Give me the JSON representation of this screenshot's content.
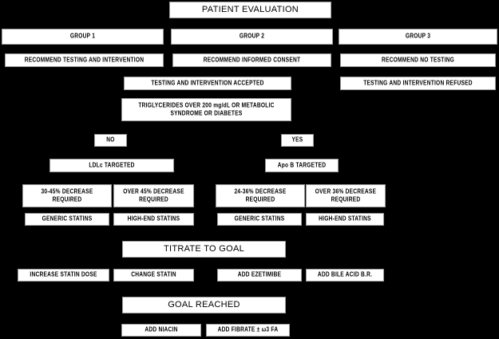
{
  "diagram": {
    "title": "Patient Evaluation Lipid Management Flowchart",
    "background_color": "#000000",
    "node_fill_color": "#ffffff",
    "node_text_color": "#000000"
  },
  "nodes": {
    "patient_evaluation": "PATIENT EVALUATION",
    "group1": "GROUP 1",
    "group2": "GROUP 2",
    "group3": "GROUP 3",
    "recommend_testing_intervention": "RECOMMEND TESTING AND INTERVENTION",
    "recommend_informed_consent": "RECOMMEND INFORMED CONSENT",
    "recommend_no_testing": "RECOMMEND NO TESTING",
    "testing_accepted": "TESTING AND INTERVENTION ACCEPTED",
    "testing_refused": "TESTING AND INTERVENTION REFUSED",
    "triglycerides_criteria": "TRIGLYCERIDES OVER 200 mg/dL OR METABOLIC SYNDROME OR DIABETES",
    "branch_no": "NO",
    "branch_yes": "YES",
    "ldlc_targeted": "LDLc TARGETED",
    "apob_targeted": "Apo B TARGETED",
    "decrease_30_45": "30-45% DECREASE REQUIRED",
    "decrease_over_45": "OVER 45% DECREASE REQUIRED",
    "decrease_24_36": "24-36% DECREASE REQUIRED",
    "decrease_over_36": "OVER 36% DECREASE REQUIRED",
    "generic_statins_left": "GENERIC STATINS",
    "high_end_statins_left": "HIGH-END STATINS",
    "generic_statins_right": "GENERIC STATINS",
    "high_end_statins_right": "HIGH-END STATINS",
    "titrate_to_goal": "TITRATE TO GOAL",
    "increase_statin_dose": "INCREASE STATIN DOSE",
    "change_statin": "CHANGE STATIN",
    "add_ezetimibe": "ADD EZETIMIBE",
    "add_bile_acid_br": "ADD BILE ACID B.R.",
    "goal_reached": "GOAL REACHED",
    "add_niacin": "ADD NIACIN",
    "add_fibrate": "ADD FIBRATE ± ω3 FA"
  }
}
